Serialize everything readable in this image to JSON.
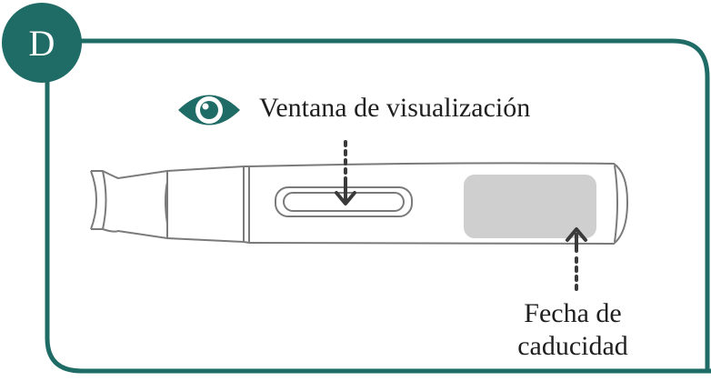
{
  "panel": {
    "step_letter": "D",
    "accent_color": "#1f6b66"
  },
  "labels": {
    "viewing_window": "Ventana de visualización",
    "expiry_date_line1": "Fecha de",
    "expiry_date_line2": "caducidad"
  },
  "icons": {
    "eye": "eye-icon"
  },
  "colors": {
    "outline": "#1f6b66",
    "pen_stroke": "#7a7a7a",
    "expiry_box": "#cfcfcf",
    "arrow": "#3a3a3a"
  }
}
